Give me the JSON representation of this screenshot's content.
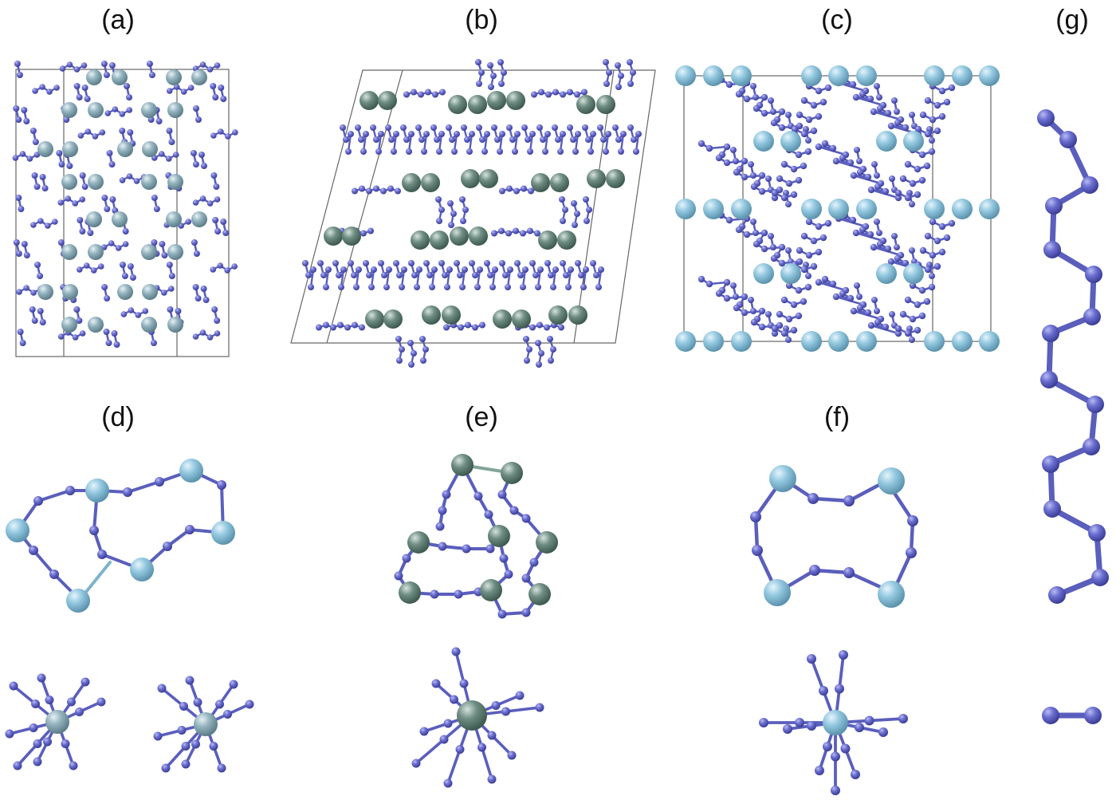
{
  "figure": {
    "panels": [
      {
        "id": "a",
        "label": "(a)"
      },
      {
        "id": "b",
        "label": "(b)"
      },
      {
        "id": "c",
        "label": "(c)"
      },
      {
        "id": "d",
        "label": "(d)"
      },
      {
        "id": "e",
        "label": "(e)"
      },
      {
        "id": "f",
        "label": "(f)"
      },
      {
        "id": "g",
        "label": "(g)"
      }
    ],
    "colors": {
      "nitrogen": "#5b5fc0",
      "nitrogen_bond": "#5a5ebc",
      "metal_light_blue": "#8ec3dc",
      "metal_grey_blue": "#8fb0bd",
      "metal_dark_green": "#6f8c82",
      "cell_line": "#555555"
    },
    "atom_types": [
      "nitrogen",
      "metal-light-blue",
      "metal-grey-blue",
      "metal-dark-green"
    ]
  }
}
